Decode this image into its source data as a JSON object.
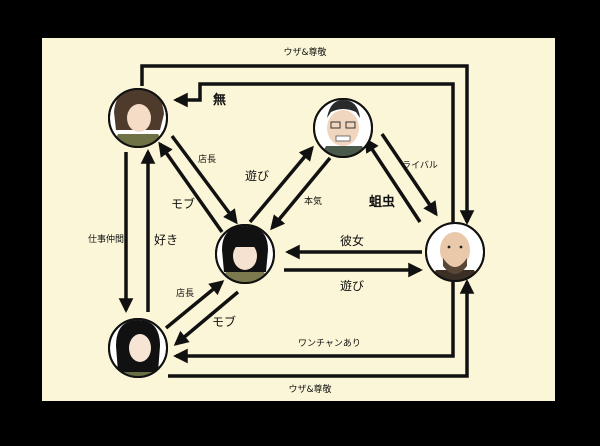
{
  "characters": {
    "top_left": {
      "icon": "woman-short-hair-portrait"
    },
    "top_mid": {
      "icon": "old-man-glasses-portrait"
    },
    "center": {
      "icon": "girl-bob-hair-portrait"
    },
    "right": {
      "icon": "bald-man-beard-portrait"
    },
    "bot_left": {
      "icon": "woman-long-hair-portrait"
    }
  },
  "labels": {
    "top_loop": "ウザ&尊敬",
    "mu": "無",
    "tencho_top": "店長",
    "mob_top": "モブ",
    "asobi_top": "遊び",
    "honki": "本気",
    "rival": "ライバル",
    "ujimushi": "蛆虫",
    "shigoto": "仕事仲間",
    "suki": "好き",
    "kanojo": "彼女",
    "asobi_mid": "遊び",
    "tencho_bot": "店長",
    "mob_bot": "モブ",
    "wanchan": "ワンチャンあり",
    "bot_loop": "ウザ&尊敬"
  },
  "colors": {
    "panel": "#fbf6d7",
    "frame": "#000000",
    "ink": "#111111"
  }
}
